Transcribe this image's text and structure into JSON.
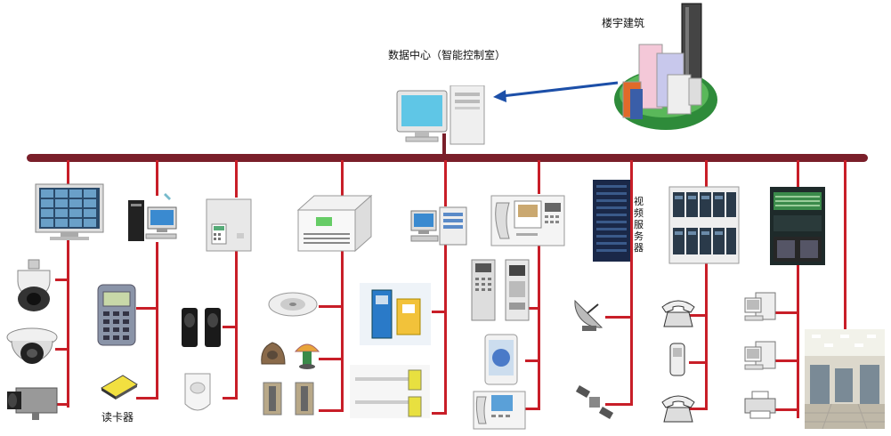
{
  "labels": {
    "data_center": "数据中心（智能控制室）",
    "building": "楼宇建筑",
    "card_reader": "读卡器",
    "video_server": "视频服务器"
  },
  "colors": {
    "bus": "#7a1f2a",
    "line": "#c81e28",
    "arrow": "#1c4fa8"
  },
  "icons": [
    "monitor-wall-icon",
    "pc-workstation-icon",
    "alarm-panel-icon",
    "ups-rack-icon",
    "server-pc-icon",
    "intercom-phone-icon",
    "video-server-rack-icon",
    "switch-cabinet-icon",
    "network-rack-icon",
    "speed-dome-camera-icon",
    "dome-camera-icon",
    "box-camera-icon",
    "keypad-reader-icon",
    "card-icon",
    "beam-detector-icon",
    "pir-detector-icon",
    "ceiling-speaker-icon",
    "garden-speaker-icon",
    "mushroom-speaker-icon",
    "turnstile-icon",
    "parking-terminal-icon",
    "barrier-gate-icon",
    "door-station-icon",
    "door-panel-icon",
    "indoor-monitor-icon",
    "video-door-phone-icon",
    "satellite-dish-icon",
    "satellite-icon",
    "telephone-icon",
    "mobile-phone-icon",
    "client-pc-icon",
    "printer-icon",
    "data-room-photo",
    "building-icon"
  ]
}
